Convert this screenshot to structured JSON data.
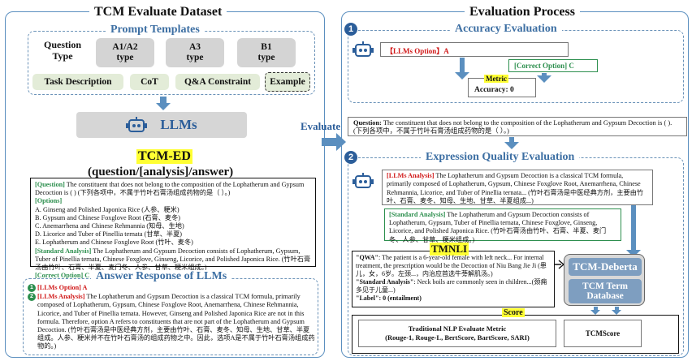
{
  "left_panel": {
    "title": "TCM Evaluate Dataset",
    "prompt_templates": {
      "title": "Prompt Templates",
      "question_type_label": "Question Type",
      "types": [
        "A1/A2 type",
        "A3 type",
        "B1 type"
      ],
      "components": [
        "Task Description",
        "CoT",
        "Q&A Constraint",
        "Example"
      ]
    },
    "llms_label": "LLMs",
    "tcm_ed": {
      "title": "TCM-ED",
      "subtitle": "(question/[analysis]/answer)",
      "question_tag": "[Question]",
      "question_text": " The constituent that does not belong to the composition of the Lophatherum and Gypsum Decoction is ( ) (下列各项中，不属于竹叶石膏汤组成药物的是（ ）。)",
      "options_tag": "[Options]",
      "options": [
        "A. Ginseng and Polished Japonica Rice (人参、粳米)",
        "B. Gypsum and Chinese Foxglove Root (石膏、麦冬)",
        "C. Anemarrhena and Chinese Rehmannia (知母、生地)",
        "D. Licorice and Tuber of Pinellia ternata (甘草、半夏)",
        "E. Lophatherum and Chinese Foxglove Root (竹叶、麦冬)"
      ],
      "analysis_tag": "[Standard Analysis]",
      "analysis_text": " The Lophatherum and Gypsum Decoction consists of Lophatherum, Gypsum, Tuber of Pinellia ternata, Chinese Foxglove, Ginseng, Licorice, and Polished Japonica Rice. (竹叶石膏汤由竹叶、石膏、半夏、麦门冬、人参、甘草、粳米组成。)",
      "correct_tag": "[Correct Option]",
      "correct_value": " C"
    },
    "answer_response": {
      "title": "Answer Response of LLMs",
      "item1_num": "1",
      "item1_text": "[LLMs Option] A",
      "item2_num": "2",
      "item2_tag": "[LLMs Analysis]",
      "item2_text": " The Lophatherum and Gypsum Decoction is a classical TCM formula, primarily composed of Lophatherum, Gypsum, Chinese Foxglove Root, Anemarrhena, Chinese Rehmannia, Licorice, and Tuber of Pinellia ternata. However, Ginseng and Polished Japonica Rice are not in this formula. Therefore, option A refers to constituents that are not part of the Lophatherum and Gypsum Decoction. (竹叶石膏汤是中医经典方剂，主要由竹叶、石膏、麦冬、知母、生地、甘草、半夏组成。人参、粳米并不在竹叶石膏汤的组成药物之中。因此，选项A是不属于竹叶石膏汤组成药物的。)"
    }
  },
  "evaluate_label": "Evaluate",
  "right_panel": {
    "title": "Evaluation Process",
    "accuracy": {
      "num": "1",
      "title": "Accuracy Evaluation",
      "llm_option": "【LLMs Option】A",
      "correct_option": "[Correct Option] C",
      "metric_label": "Metric",
      "accuracy_text": "Accuracy:  0"
    },
    "question_box": {
      "tag": "Question:",
      "text": " The constituent that does not belong to the composition of the Lophatherum and Gypsum Decoction is ( ). (下列各项中，不属于竹叶石膏汤组成药物的是（ ）。)"
    },
    "expression": {
      "num": "2",
      "title": "Expression Quality Evaluation",
      "llm_analysis_tag": "[LLMs Analysis]",
      "llm_analysis_text": " The Lophatherum and Gypsum Decoction is a classical TCM formula, primarily composed of Lophatherum, Gypsum, Chinese Foxglove Root, Anemarrhena, Chinese Rehmannia, Licorice, and Tuber of Pinellia ternata... (竹叶石膏汤是中医经典方剂，主要由竹叶、石膏、麦冬、知母、生地、甘草、半夏组成...)",
      "std_analysis_tag": "[Standard Analysis]",
      "std_analysis_text": " The Lophatherum and Gypsum Decoction consists of Lophatherum, Gypsum, Tuber of Pinellia ternata, Chinese Foxglove, Ginseng, Licorice, and Polished Japonica Rice. (竹叶石膏汤由竹叶、石膏、半夏、麦门冬、人参、甘草、粳米组成。)",
      "tmnli_title": "TMNLI",
      "qwa_tag": "\"QWA\"",
      "qwa_text": ": The patient is a 6-year-old female with left neck... For internal treatment, the prescription would be the Decoction of Niu Bang Jie Ji (患儿，女，6岁。左颈...，内治应首选牛蒡解肌汤。)",
      "sa_tag": "\"Standard Analysis\"",
      "sa_text": ": Neck boils are commonly seen in children...(颈痈多见于儿童...)",
      "label_tag": "\"Label\"",
      "label_text": ": 0 (entailment)",
      "tcm_deberta": "TCM-Deberta",
      "tcm_term_db": "TCM Term Database",
      "score_label": "Score",
      "traditional_title": "Traditional NLP Evaluate Metric",
      "traditional_metrics": "(Rouge-1, Rouge-L, BertScore, BartScore, SARI)",
      "tcmscore": "TCMScore"
    }
  },
  "colors": {
    "accent_blue": "#5b8fbf",
    "title_blue": "#3d6fa3",
    "highlight_yellow": "#ffff33",
    "red": "#d01818",
    "green": "#2d8f4e",
    "gray": "#d4d4d4"
  }
}
